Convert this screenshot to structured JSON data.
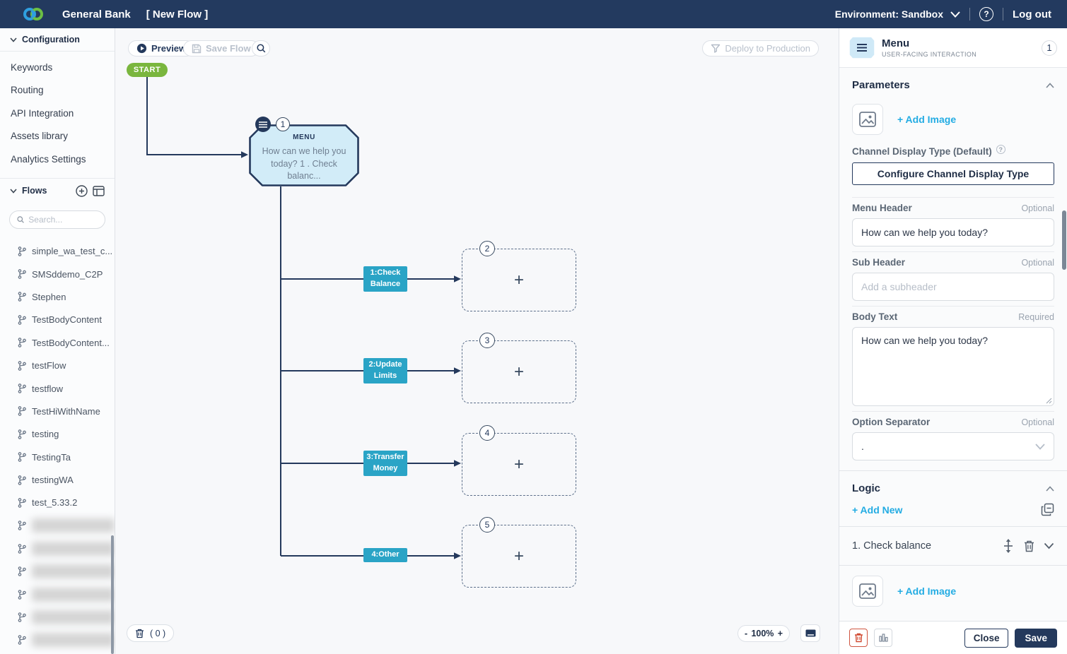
{
  "colors": {
    "navbar": "#233a5f",
    "navy": "#24395c",
    "accent_teal": "#2aa4c6",
    "link_blue": "#23ace3",
    "start_green": "#7ab63e",
    "node_fill": "#d2ecf8",
    "danger": "#d14b32"
  },
  "icons": {
    "help_glyph": "?"
  },
  "navbar": {
    "brand": "General Bank",
    "flow_title": "[ New Flow ]",
    "environment_label": "Environment: Sandbox",
    "logout_label": "Log out"
  },
  "sidebar": {
    "configuration": {
      "title": "Configuration",
      "items": [
        "Keywords",
        "Routing",
        "API Integration",
        "Assets library",
        "Analytics Settings"
      ]
    },
    "flows": {
      "title": "Flows",
      "search_placeholder": "Search...",
      "items": [
        "simple_wa_test_c...",
        "SMSddemo_C2P",
        "Stephen",
        "TestBodyContent",
        "TestBodyContent...",
        "testFlow",
        "testflow",
        "TestHiWithName",
        "testing",
        "TestingTa",
        "testingWA",
        "test_5.33.2"
      ]
    }
  },
  "canvas": {
    "toolbar": {
      "preview_label": "Preview",
      "save_flow_label": "Save Flow",
      "deploy_label": "Deploy to Production"
    },
    "start_label": "START",
    "menu_node": {
      "badge": "1",
      "type_label": "MENU",
      "preview_text": "How can we help you today? 1 . Check balanc..."
    },
    "add_step_glyph": "+",
    "branches": [
      {
        "label": "1:Check Balance",
        "badge": "2"
      },
      {
        "label": "2:Update Limits",
        "badge": "3"
      },
      {
        "label": "3:Transfer Money",
        "badge": "4"
      },
      {
        "label": "4:Other",
        "badge": "5"
      }
    ],
    "footer": {
      "trash_count": "( 0 )",
      "zoom_out": "-",
      "zoom_level": "100%",
      "zoom_in": "+"
    }
  },
  "panel": {
    "header": {
      "title": "Menu",
      "subtitle": "USER-FACING INTERACTION",
      "badge": "1"
    },
    "parameters": {
      "title": "Parameters",
      "add_image_label": "+ Add Image",
      "channel_display": {
        "label": "Channel Display Type (Default)",
        "button_label": "Configure Channel Display Type"
      },
      "menu_header": {
        "label": "Menu Header",
        "hint": "Optional",
        "value": "How can we help you today?"
      },
      "sub_header": {
        "label": "Sub Header",
        "hint": "Optional",
        "placeholder": "Add a subheader"
      },
      "body_text": {
        "label": "Body Text",
        "hint": "Required",
        "value": "How can we help you today?"
      },
      "option_separator": {
        "label": "Option Separator",
        "hint": "Optional",
        "value": "."
      }
    },
    "logic": {
      "title": "Logic",
      "add_new_label": "+ Add New",
      "items": [
        {
          "label": "1. Check balance"
        }
      ],
      "add_image_label": "+ Add Image"
    },
    "footer": {
      "close_label": "Close",
      "save_label": "Save"
    }
  }
}
